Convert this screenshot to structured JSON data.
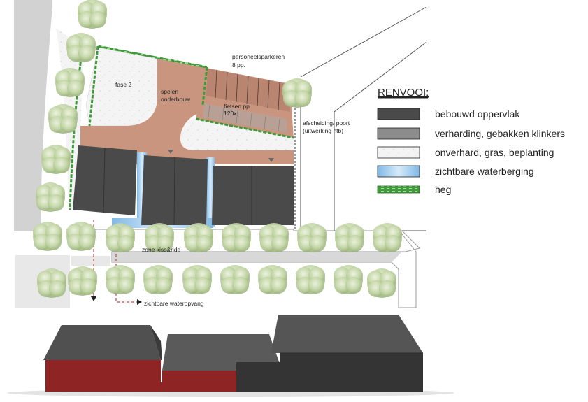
{
  "plan": {
    "labels": {
      "phase2": "fase 2",
      "play_line1": "spelen",
      "play_line2": "onderbouw",
      "staff_parking_line1": "personeelsparkeren",
      "staff_parking_line2": "8 pp.",
      "bike_line1": "fietsen pp.",
      "bike_line2": "120x",
      "gate_line1": "afscheiding/ poort",
      "gate_line2": "(uitwerking ntb)",
      "kiss_ride": "zone kiss&ride",
      "water": "zichtbare wateropvang"
    }
  },
  "legend": {
    "title": "RENVOOI:",
    "items": [
      {
        "label": "bebouwd oppervlak",
        "color": "#4a4a4a"
      },
      {
        "label": "verharding, gebakken klinkers",
        "color": "#8c8c8c"
      },
      {
        "label": "onverhard, gras, beplanting",
        "color": "#f5f5f5"
      },
      {
        "label": "zichtbare waterberging",
        "color": "#a8d0ef"
      },
      {
        "label": "heg",
        "color": "#3f9a3a"
      }
    ]
  },
  "colors": {
    "building": "#4a4a4a",
    "paving": "#c9957f",
    "grass": "#f3f3f3",
    "water": "#a8d0ef",
    "hedge": "#3f9a3a",
    "tree": "#c9d9b0",
    "facade_red": "#8e2424",
    "facade_dark": "#343434",
    "roof": "#4e4e4e"
  }
}
